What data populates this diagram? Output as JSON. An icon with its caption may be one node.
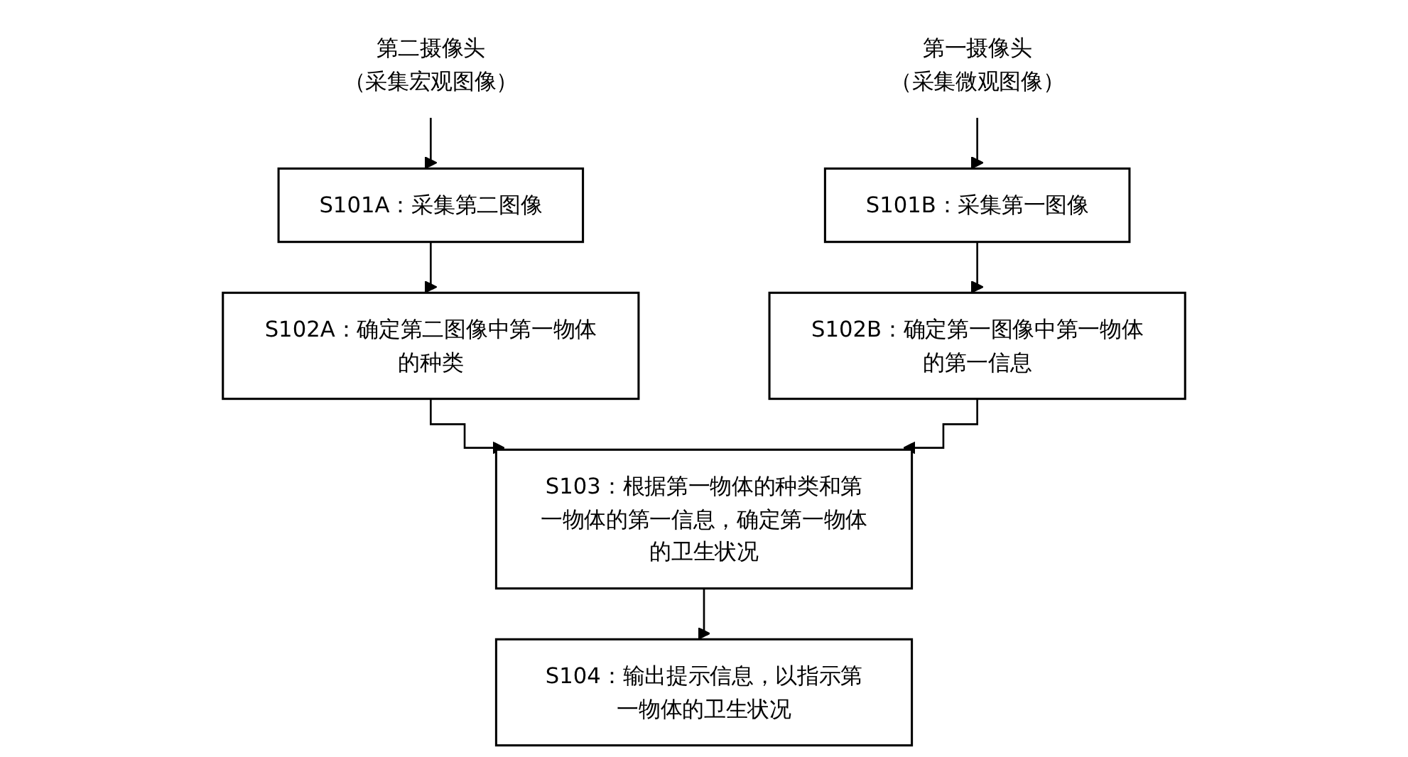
{
  "diagram": {
    "nodes": [
      {
        "text": [
          "第二摄像头",
          "（采集宏观图像）"
        ]
      },
      {
        "text": [
          "第一摄像头",
          "（采集微观图像）"
        ]
      },
      {
        "text": [
          "S101A：采集第二图像"
        ]
      },
      {
        "text": [
          "S101B：采集第一图像"
        ]
      },
      {
        "text": [
          "S102A：确定第二图像中第一物体的种类"
        ]
      },
      {
        "text": [
          "S102B：确定第一图像中第一物体的第一信息"
        ]
      },
      {
        "text": [
          "S103：根据第一物体的种类和第一物体的第一信息，确定第一物体的卫生状况"
        ]
      },
      {
        "text": [
          "S104：输出提示信息，以指示第一物体的卫生状况"
        ]
      }
    ],
    "edges": [
      {
        "from": 0,
        "to": 2,
        "arrow": "to"
      },
      {
        "from": 1,
        "to": 3,
        "arrow": "to"
      },
      {
        "from": 2,
        "to": 4,
        "arrow": "to"
      },
      {
        "from": 3,
        "to": 5,
        "arrow": "to"
      },
      {
        "from": 4,
        "to": 6,
        "arrow": "to"
      },
      {
        "from": 5,
        "to": 6,
        "arrow": "to"
      },
      {
        "from": 6,
        "to": 7,
        "arrow": "to"
      }
    ]
  }
}
